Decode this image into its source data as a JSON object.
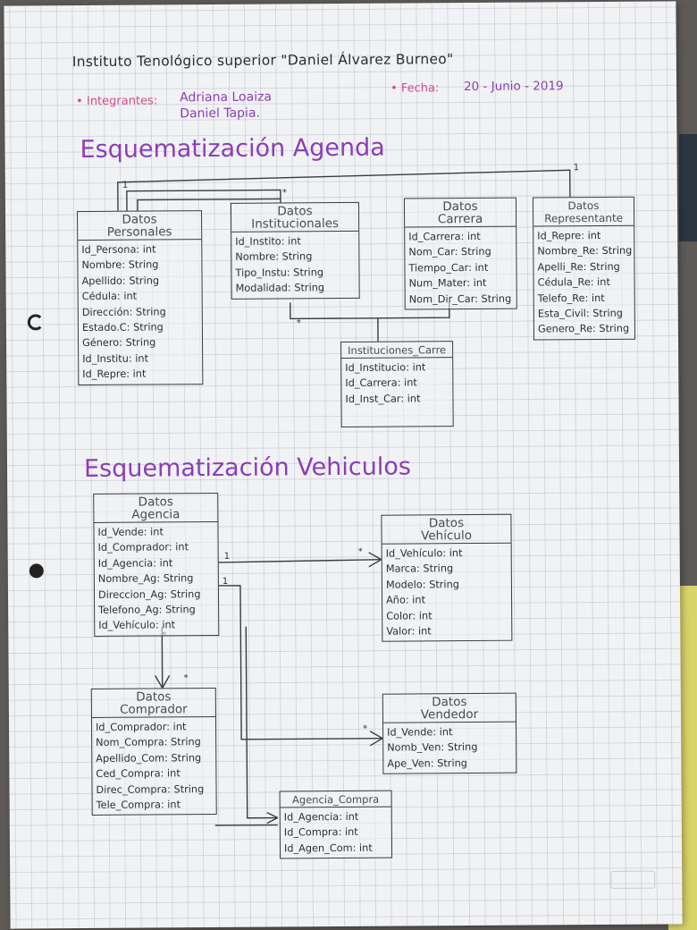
{
  "header": {
    "institute": "Instituto Tenológico superior \"Daniel Álvarez Burneo\"",
    "members_label": "• Integrantes:",
    "members": [
      "Adriana Loaiza",
      "Daniel Tapia."
    ],
    "date_label": "• Fecha:",
    "date_value": "20 - Junio - 2019"
  },
  "sections": [
    {
      "title": "Esquematización Agenda"
    },
    {
      "title": "Esquematización Vehiculos"
    }
  ],
  "colors": {
    "purple": "#8a3fb4",
    "pink": "#d24a8c",
    "ink": "#2b2b35"
  },
  "entities": [
    {
      "id": "datos-personales",
      "title": "Datos\nPersonales",
      "fields": [
        "Id_Persona: int",
        "Nombre: String",
        "Apellido: String",
        "Cédula: int",
        "Dirección: String",
        "Estado.C: String",
        "Género: String",
        "Id_Institu: int",
        "Id_Repre: int"
      ]
    },
    {
      "id": "datos-institucionales",
      "title": "Datos\nInstitucionales",
      "fields": [
        "Id_Instito: int",
        "Nombre: String",
        "Tipo_Instu: String",
        "Modalidad: String"
      ]
    },
    {
      "id": "datos-carrera",
      "title": "Datos\nCarrera",
      "fields": [
        "Id_Carrera: int",
        "Nom_Car: String",
        "Tiempo_Car: int",
        "Num_Mater: int",
        "Nom_Dir_Car: String"
      ]
    },
    {
      "id": "datos-representante",
      "title": "Datos\nRepresentante",
      "fields": [
        "Id_Repre: int",
        "Nombre_Re: String",
        "Apelli_Re: String",
        "Cédula_Re: int",
        "Telefo_Re: int",
        "Esta_Civil: String",
        "Genero_Re: String"
      ]
    },
    {
      "id": "instituciones-carrera",
      "title": "Instituciones_Carre",
      "fields": [
        "Id_Institucio: int",
        "Id_Carrera: int",
        "Id_Inst_Car: int"
      ]
    },
    {
      "id": "datos-agencia",
      "title": "Datos\nAgencia",
      "fields": [
        "Id_Vende: int",
        "Id_Comprador: int",
        "Id_Agencia: int",
        "Nombre_Ag: String",
        "Direccion_Ag: String",
        "Telefono_Ag: String",
        "Id_Vehículo: int"
      ]
    },
    {
      "id": "datos-vehiculo",
      "title": "Datos\nVehículo",
      "fields": [
        "Id_Vehículo: int",
        "Marca: String",
        "Modelo: String",
        "Año: int",
        "Color: int",
        "Valor: int"
      ]
    },
    {
      "id": "datos-comprador",
      "title": "Datos\nComprador",
      "fields": [
        "Id_Comprador: int",
        "Nom_Compra: String",
        "Apellido_Com: String",
        "Ced_Compra: int",
        "Direc_Compra: String",
        "Tele_Compra: int"
      ]
    },
    {
      "id": "datos-vendedor",
      "title": "Datos\nVendedor",
      "fields": [
        "Id_Vende: int",
        "Nomb_Ven: String",
        "Ape_Ven: String"
      ]
    },
    {
      "id": "agencia-compra",
      "title": "Agencia_Compra",
      "fields": [
        "Id_Agencia: int",
        "Id_Compra: int",
        "Id_Agen_Com: int"
      ]
    }
  ],
  "multiplicities": {
    "one": "1",
    "many": "*"
  }
}
